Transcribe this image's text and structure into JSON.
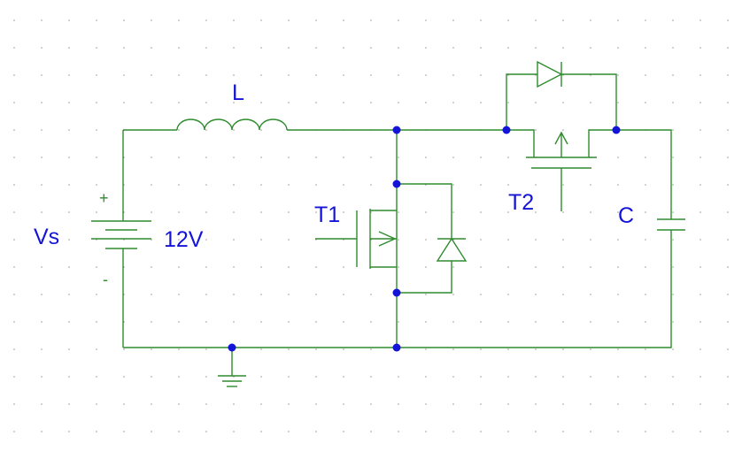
{
  "labels": {
    "inductor": "L",
    "source_name": "Vs",
    "source_value": "12V",
    "plus": "+",
    "minus": "-",
    "switch1": "T1",
    "switch2": "T2",
    "capacitor": "C"
  },
  "colors": {
    "wire": "#2e8b2e",
    "label": "#1414d9",
    "junction": "#1414d9",
    "grid": "#9a9a9a",
    "background": "#ffffff"
  }
}
